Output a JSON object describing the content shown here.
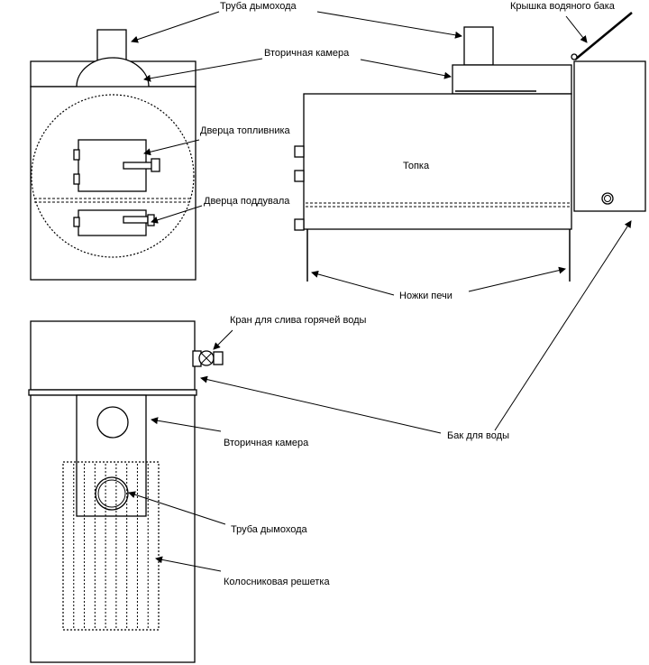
{
  "labels": {
    "chimney_pipe_top": "Труба дымохода",
    "tank_lid": "Крышка водяного бака",
    "secondary_chamber_top": "Вторичная камера",
    "fuel_door": "Дверца топливника",
    "firebox": "Топка",
    "ash_door": "Дверца поддувала",
    "stove_legs": "Ножки печи",
    "hot_water_tap": "Кран для слива горячей воды",
    "water_tank": "Бак для воды",
    "secondary_chamber_bottom": "Вторичная камера",
    "chimney_pipe_bottom": "Труба дымохода",
    "grate": "Колосниковая решетка"
  }
}
